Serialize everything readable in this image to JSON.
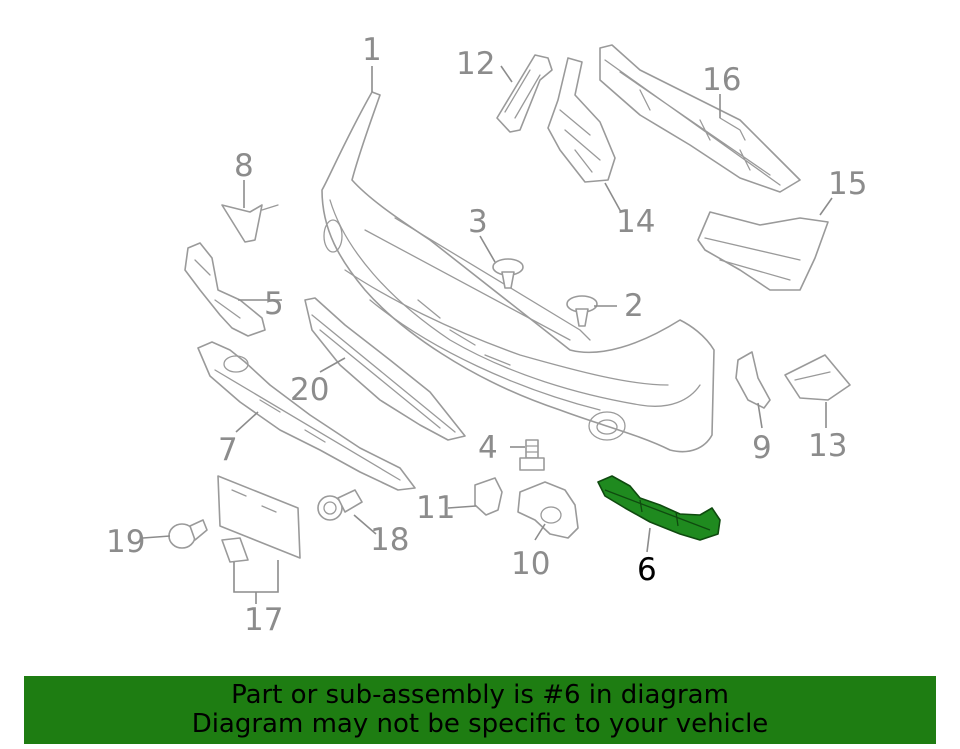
{
  "callouts": {
    "c1": "1",
    "c2": "2",
    "c3": "3",
    "c4": "4",
    "c5": "5",
    "c6": "6",
    "c7": "7",
    "c8": "8",
    "c9": "9",
    "c10": "10",
    "c11": "11",
    "c12": "12",
    "c13": "13",
    "c14": "14",
    "c15": "15",
    "c16": "16",
    "c17": "17",
    "c18": "18",
    "c19": "19",
    "c20": "20"
  },
  "highlighted_part": "6",
  "colors": {
    "highlight_part": "#1f8a1f",
    "banner_background": "#1e7d12",
    "line_art": "#9a9a9a"
  },
  "banner": {
    "line1": "Part or sub-assembly is #6 in diagram",
    "line2": "Diagram may not be specific to your vehicle"
  }
}
